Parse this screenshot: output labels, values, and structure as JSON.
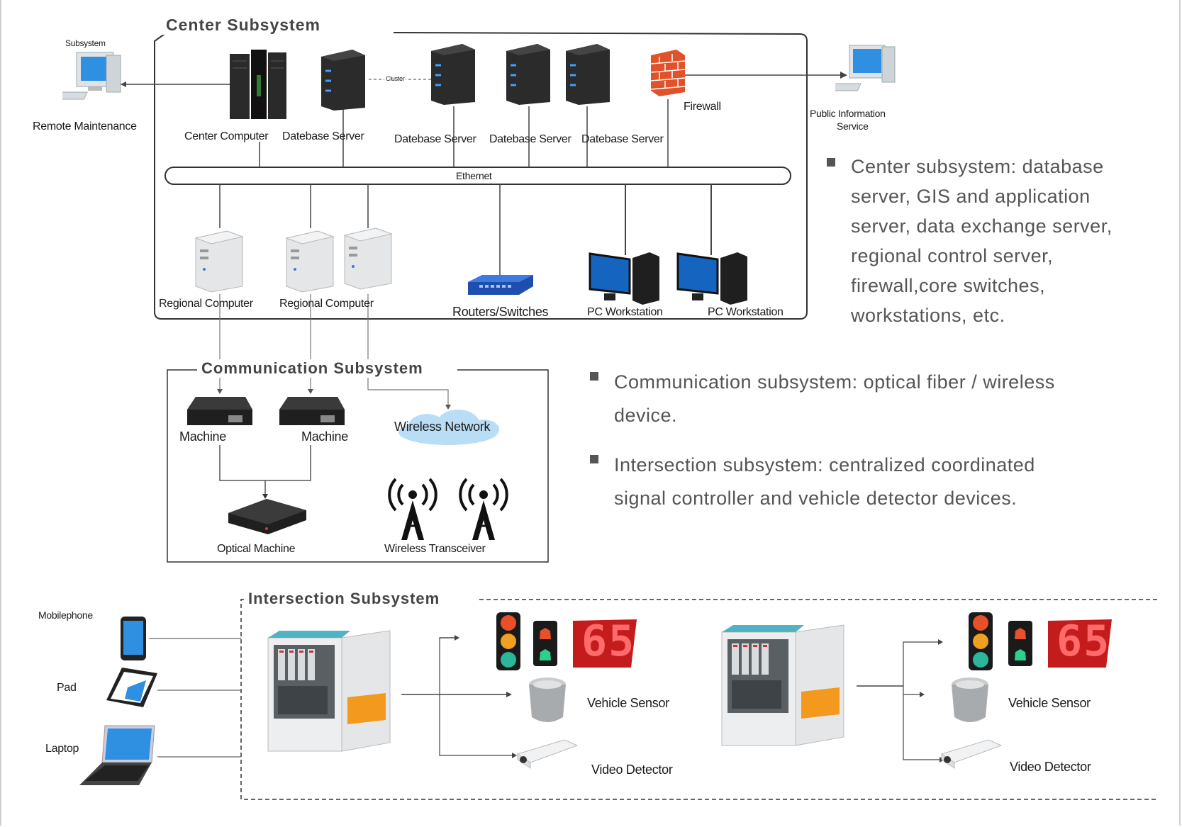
{
  "titles": {
    "center": "Center Subsystem",
    "communication": "Communication Subsystem",
    "intersection": "Intersection Subsystem"
  },
  "center": {
    "remote_top": "Subsystem",
    "remote": "Remote Maintenance",
    "center_computer": "Center Computer",
    "db_server_1": "Datebase Server",
    "cluster": "Cluster",
    "db_server_2": "Datebase Server",
    "db_server_3": "Datebase Server",
    "db_server_4": "Datebase Server",
    "firewall": "Firewall",
    "public_info_1": "Public Information",
    "public_info_2": "Service",
    "ethernet": "Ethernet",
    "regional_1": "Regional Computer",
    "regional_2": "Regional Computer",
    "routers": "Routers/Switches",
    "pc_1": "PC Workstation",
    "pc_2": "PC Workstation"
  },
  "communication": {
    "machine_1": "Machine",
    "machine_2": "Machine",
    "wireless_network": "Wireless Network",
    "optical_machine": "Optical Machine",
    "wireless_transceiver": "Wireless Transceiver"
  },
  "intersection": {
    "mobilephone": "Mobilephone",
    "pad": "Pad",
    "laptop": "Laptop",
    "countdown_1": "65",
    "countdown_2": "65",
    "vehicle_sensor_1": "Vehicle Sensor",
    "video_detector_1": "Video Detector",
    "vehicle_sensor_2": "Vehicle Sensor",
    "video_detector_2": "Video Detector"
  },
  "bullets": {
    "center_1": "Center subsystem: database",
    "center_2": "server, GIS and application",
    "center_3": "server, data exchange server,",
    "center_4": "regional control server,",
    "center_5": "firewall,core switches,",
    "center_6": "workstations, etc.",
    "comm_1": "Communication subsystem: optical fiber / wireless",
    "comm_2": "device.",
    "inter_1": "Intersection subsystem: centralized coordinated",
    "inter_2": "signal controller and vehicle detector devices."
  },
  "colors": {
    "monitor_blue": "#1565c0",
    "server_black": "#1e1e1e",
    "firewall_red": "#e0522a",
    "countdown_red": "#d42020",
    "cabinet_orange": "#f39a1e"
  }
}
